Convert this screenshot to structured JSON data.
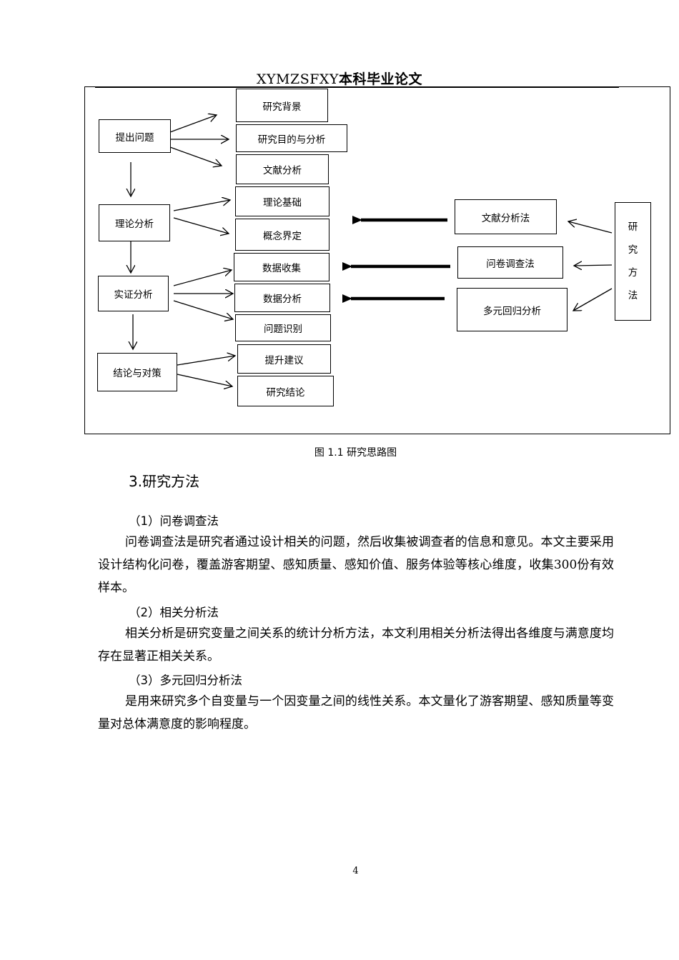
{
  "header": {
    "serial": "XYMZSFXY",
    "label": "本科毕业论文"
  },
  "figure": {
    "left_column": {
      "ask": "提出问题",
      "theory": "理论分析",
      "empirical": "实证分析",
      "conclusion": "结论与对策"
    },
    "middle_column": {
      "background": "研究背景",
      "purpose": "研究目的与分析",
      "literature": "文献分析",
      "theory_basis": "理论基础",
      "concept": "概念界定",
      "data_collection": "数据收集",
      "data_analysis": "数据分析",
      "problem_id": "问题识别",
      "suggestions": "提升建议",
      "research_conclusion": "研究结论"
    },
    "methods": {
      "literature_method": "文献分析法",
      "questionnaire_method": "问卷调查法",
      "regression_method": "多元回归分析",
      "method_group": [
        "研",
        "究",
        "方",
        "法"
      ]
    },
    "caption": "图 1.1 研究思路图"
  },
  "body": {
    "section_title": "3.研究方法",
    "subsections": [
      {
        "heading": "（1）问卷调查法",
        "text": "问卷调查法是研究者通过设计相关的问题，然后收集被调查者的信息和意见。本文主要采用设计结构化问卷，覆盖游客期望、感知质量、感知价值、服务体验等核心维度，收集300份有效样本。"
      },
      {
        "heading": "（2）相关分析法",
        "text": "相关分析是研究变量之间关系的统计分析方法，本文利用相关分析法得出各维度与满意度均存在显著正相关关系。"
      },
      {
        "heading": "（3）多元回归分析法",
        "text": "是用来研究多个自变量与一个因变量之间的线性关系。本文量化了游客期望、感知质量等变量对总体满意度的影响程度。"
      }
    ]
  },
  "footer": {
    "page_number": "4"
  }
}
